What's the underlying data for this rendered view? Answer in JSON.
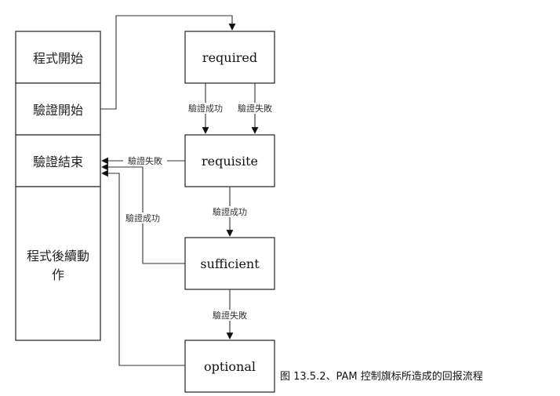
{
  "stages": {
    "program_start": "程式開始",
    "auth_start": "驗證開始",
    "auth_end": "驗證結束",
    "post_actions_line1": "程式後續動",
    "post_actions_line2": "作"
  },
  "modules": {
    "required": "required",
    "requisite": "requisite",
    "sufficient": "sufficient",
    "optional": "optional"
  },
  "edge_labels": {
    "required_success": "驗證成功",
    "required_fail": "驗證失敗",
    "requisite_fail": "驗證失敗",
    "requisite_success": "驗證成功",
    "sufficient_success": "驗證成功",
    "sufficient_fail": "驗證失敗"
  },
  "caption": "图 13.5.2、PAM 控制旗标所造成的回报流程"
}
